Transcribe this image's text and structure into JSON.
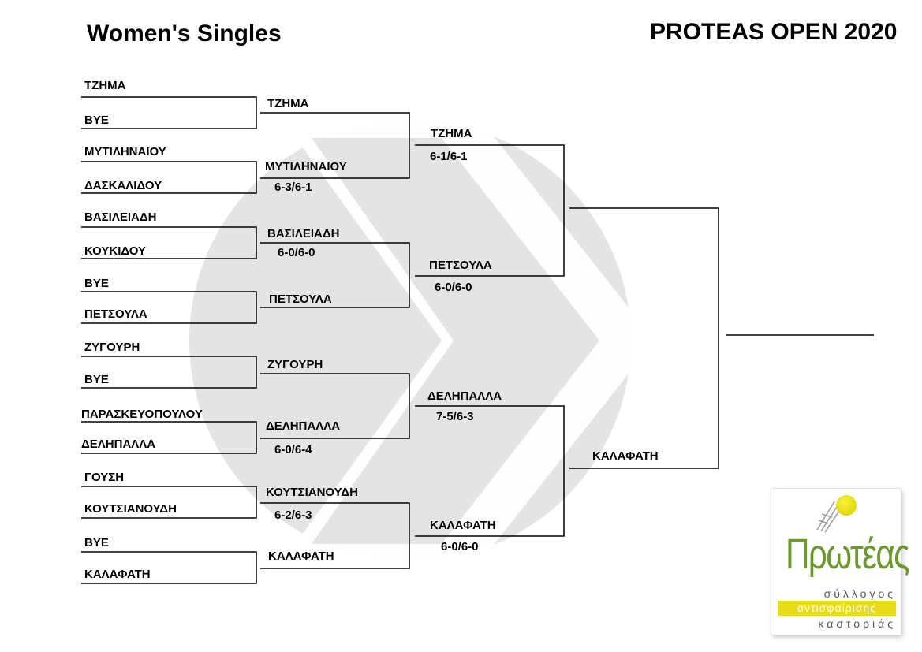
{
  "header": {
    "title_left": "Women's Singles",
    "title_right": "PROTEAS OPEN 2020"
  },
  "round1": [
    "ΤΖΗΜΑ",
    "BYE",
    "ΜΥΤΙΛΗΝΑΙΟΥ",
    "ΔΑΣΚΑΛΙΔΟΥ",
    "ΒΑΣΙΛΕΙΑΔΗ",
    "ΚΟΥΚΙΔΟΥ",
    "BYE",
    "ΠΕΤΣΟΥΛΑ",
    "ΖΥΓΟΥΡΗ",
    "BYE",
    "ΠΑΡΑΣΚΕΥΟΠΟΥΛΟΥ",
    "ΔΕΛΗΠΑΛΛΑ",
    "ΓΟΥΣΗ",
    "ΚΟΥΤΣΙΑΝΟΥΔΗ",
    "BYE",
    "ΚΑΛΑΦΑΤΗ"
  ],
  "round2": [
    {
      "name": "ΤΖΗΜΑ",
      "score": ""
    },
    {
      "name": "ΜΥΤΙΛΗΝΑΙΟΥ",
      "score": "6-3/6-1"
    },
    {
      "name": "ΒΑΣΙΛΕΙΑΔΗ",
      "score": "6-0/6-0"
    },
    {
      "name": "ΠΕΤΣΟΥΛΑ",
      "score": ""
    },
    {
      "name": "ΖΥΓΟΥΡΗ",
      "score": ""
    },
    {
      "name": "ΔΕΛΗΠΑΛΛΑ",
      "score": "6-0/6-4"
    },
    {
      "name": "ΚΟΥΤΣΙΑΝΟΥΔΗ",
      "score": "6-2/6-3"
    },
    {
      "name": "ΚΑΛΑΦΑΤΗ",
      "score": ""
    }
  ],
  "round3": [
    {
      "name": "ΤΖΗΜΑ",
      "score": "6-1/6-1"
    },
    {
      "name": "ΠΕΤΣΟΥΛΑ",
      "score": "6-0/6-0"
    },
    {
      "name": "ΔΕΛΗΠΑΛΛΑ",
      "score": "7-5/6-3"
    },
    {
      "name": "ΚΑΛΑΦΑΤΗ",
      "score": "6-0/6-0"
    }
  ],
  "round4": [
    {
      "name": "",
      "score": ""
    },
    {
      "name": "ΚΑΛΑΦΑΤΗ",
      "score": ""
    }
  ],
  "final": {
    "name": ""
  },
  "logo": {
    "name": "Πρωτέας",
    "line1": "σύλλογος",
    "line2": "αντισφαίρισης",
    "line3": "καστοριάς",
    "ball_color": "#e8dc1a",
    "text_color": "#6a9a2a"
  },
  "watermark_color": "#e4e4e4"
}
